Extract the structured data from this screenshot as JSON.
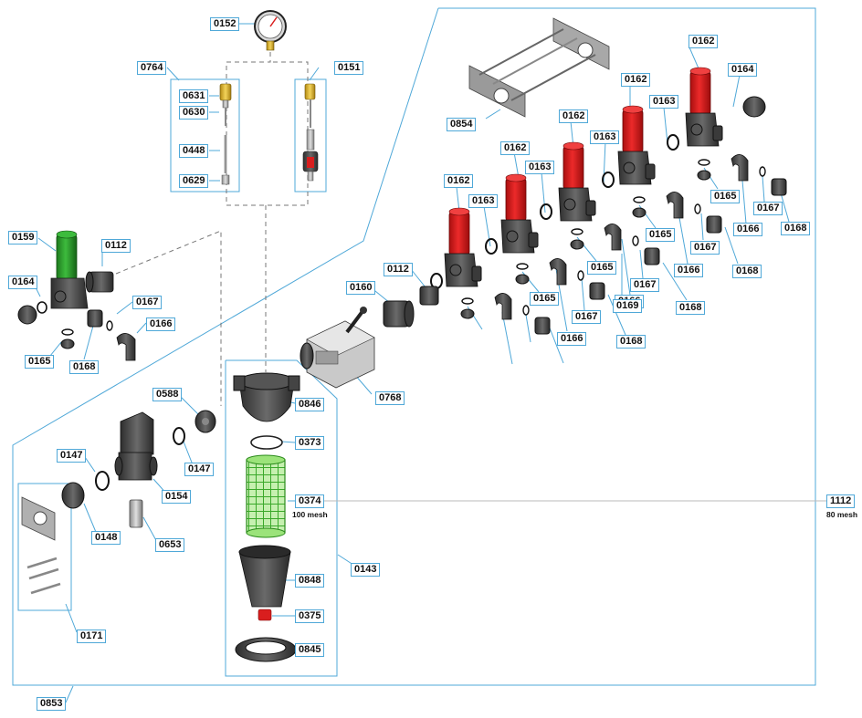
{
  "labels": [
    {
      "id": "l0152",
      "text": "0152"
    },
    {
      "id": "l0764",
      "text": "0764"
    },
    {
      "id": "l0151",
      "text": "0151"
    },
    {
      "id": "l0631",
      "text": "0631"
    },
    {
      "id": "l0630",
      "text": "0630"
    },
    {
      "id": "l0448",
      "text": "0448"
    },
    {
      "id": "l0629",
      "text": "0629"
    },
    {
      "id": "l0159",
      "text": "0159"
    },
    {
      "id": "l0112a",
      "text": "0112"
    },
    {
      "id": "l0164a",
      "text": "0164"
    },
    {
      "id": "l0167a",
      "text": "0167"
    },
    {
      "id": "l0166a",
      "text": "0166"
    },
    {
      "id": "l0165a",
      "text": "0165"
    },
    {
      "id": "l0168a",
      "text": "0168"
    },
    {
      "id": "l0854",
      "text": "0854"
    },
    {
      "id": "l0162a",
      "text": "0162"
    },
    {
      "id": "l0162b",
      "text": "0162"
    },
    {
      "id": "l0162c",
      "text": "0162"
    },
    {
      "id": "l0162d",
      "text": "0162"
    },
    {
      "id": "l0162e",
      "text": "0162"
    },
    {
      "id": "l0164b",
      "text": "0164"
    },
    {
      "id": "l0163a",
      "text": "0163"
    },
    {
      "id": "l0163b",
      "text": "0163"
    },
    {
      "id": "l0163c",
      "text": "0163"
    },
    {
      "id": "l0163d",
      "text": "0163"
    },
    {
      "id": "l0165b",
      "text": "0165"
    },
    {
      "id": "l0165c",
      "text": "0165"
    },
    {
      "id": "l0165d",
      "text": "0165"
    },
    {
      "id": "l0165e",
      "text": "0165"
    },
    {
      "id": "l0166b",
      "text": "0166"
    },
    {
      "id": "l0166c",
      "text": "0166"
    },
    {
      "id": "l0166d",
      "text": "0166"
    },
    {
      "id": "l0166e",
      "text": "0166"
    },
    {
      "id": "l0167b",
      "text": "0167"
    },
    {
      "id": "l0167c",
      "text": "0167"
    },
    {
      "id": "l0167d",
      "text": "0167"
    },
    {
      "id": "l0167e",
      "text": "0167"
    },
    {
      "id": "l0168b",
      "text": "0168"
    },
    {
      "id": "l0168c",
      "text": "0168"
    },
    {
      "id": "l0168d",
      "text": "0168"
    },
    {
      "id": "l0168e",
      "text": "0168"
    },
    {
      "id": "l0169",
      "text": "0169"
    },
    {
      "id": "l0160",
      "text": "0160"
    },
    {
      "id": "l0112b",
      "text": "0112"
    },
    {
      "id": "l0768",
      "text": "0768"
    },
    {
      "id": "l0588",
      "text": "0588"
    },
    {
      "id": "l0846",
      "text": "0846"
    },
    {
      "id": "l0373",
      "text": "0373"
    },
    {
      "id": "l0374",
      "text": "0374"
    },
    {
      "id": "l1112",
      "text": "1112"
    },
    {
      "id": "l0147a",
      "text": "0147"
    },
    {
      "id": "l0147b",
      "text": "0147"
    },
    {
      "id": "l0154",
      "text": "0154"
    },
    {
      "id": "l0148",
      "text": "0148"
    },
    {
      "id": "l0653",
      "text": "0653"
    },
    {
      "id": "l0143",
      "text": "0143"
    },
    {
      "id": "l0848",
      "text": "0848"
    },
    {
      "id": "l0375",
      "text": "0375"
    },
    {
      "id": "l0845",
      "text": "0845"
    },
    {
      "id": "l0171",
      "text": "0171"
    },
    {
      "id": "l0853",
      "text": "0853"
    }
  ],
  "notes": {
    "mesh_100": "100 mesh",
    "mesh_80": "80 mesh"
  },
  "colors": {
    "callout_border": "#4fa8d8",
    "part_dark": "#4a4a4a",
    "relief_red": "#d91e1e",
    "valve_green": "#2e9e2e",
    "screen_green": "#7ed957",
    "brass": "#e8c233"
  }
}
